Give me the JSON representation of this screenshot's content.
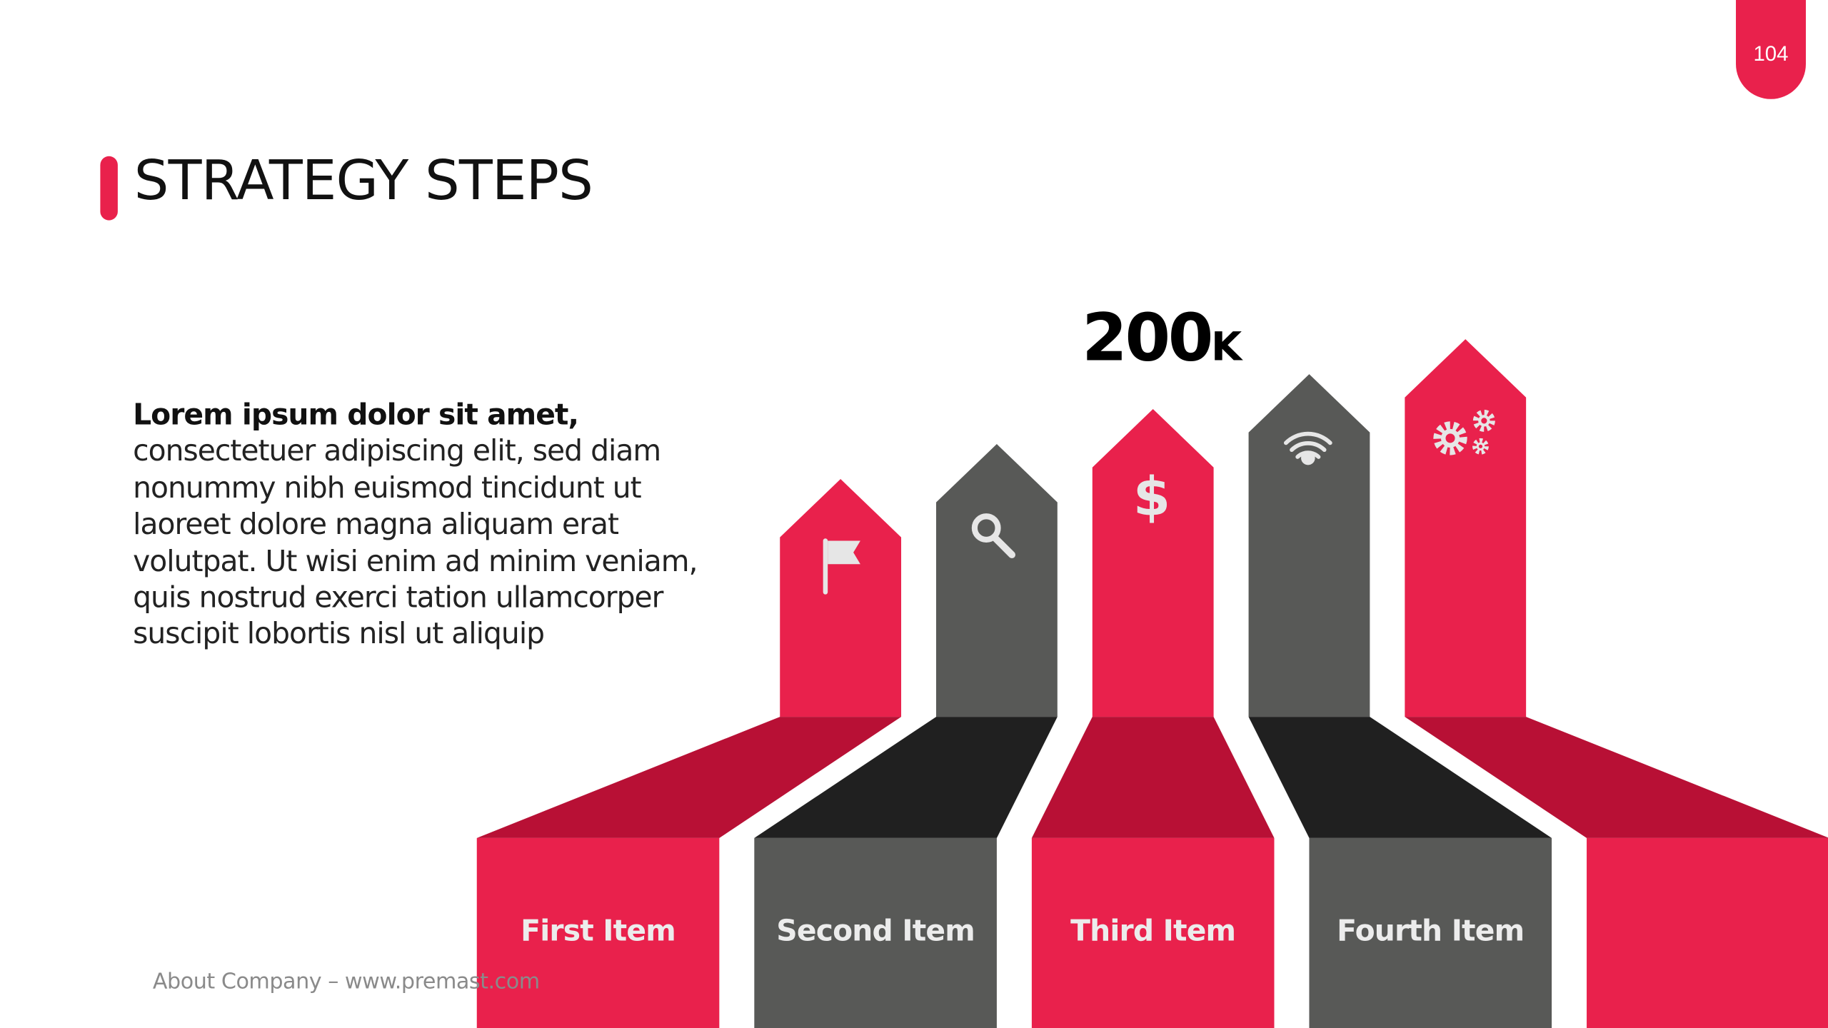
{
  "page_number": "104",
  "title": "STRATEGY STEPS",
  "intro": {
    "lead": "Lorem ipsum dolor sit amet,",
    "body": "consectetuer adipiscing elit, sed diam nonummy nibh euismod tincidunt ut laoreet dolore magna aliquam erat volutpat. Ut wisi enim ad minim veniam, quis nostrud exerci tation ullamcorper suscipit lobortis nisl ut aliquip"
  },
  "stat": {
    "value": "200",
    "unit": "K"
  },
  "steps": [
    {
      "label": "First Item",
      "icon": "flag-icon",
      "color": "red"
    },
    {
      "label": "Second Item",
      "icon": "search-icon",
      "color": "gray"
    },
    {
      "label": "Third Item",
      "icon": "dollar-icon",
      "color": "red"
    },
    {
      "label": "Fourth Item",
      "icon": "wifi-icon",
      "color": "gray"
    },
    {
      "label": "",
      "icon": "gears-icon",
      "color": "red"
    }
  ],
  "colors": {
    "red": "#e9214c",
    "red_dark": "#b81035",
    "gray": "#585957",
    "gray_dark": "#202020",
    "icon": "#e6e6e6"
  },
  "footer": "About Company – www.premast.com"
}
